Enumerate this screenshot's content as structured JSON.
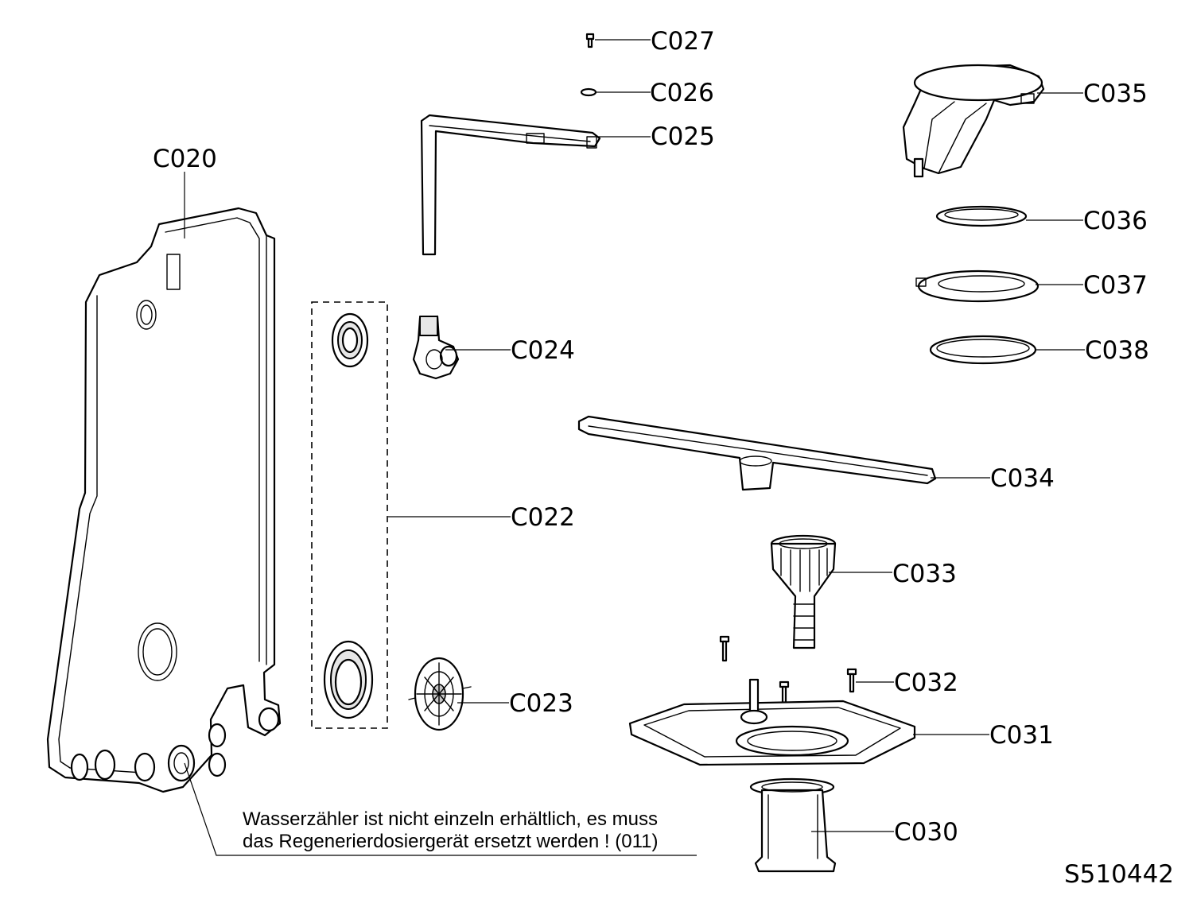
{
  "callouts": {
    "c020": "C020",
    "c022": "C022",
    "c023": "C023",
    "c024": "C024",
    "c025": "C025",
    "c026": "C026",
    "c027": "C027",
    "c030": "C030",
    "c031": "C031",
    "c032": "C032",
    "c033": "C033",
    "c034": "C034",
    "c035": "C035",
    "c036": "C036",
    "c037": "C037",
    "c038": "C038"
  },
  "note": {
    "line1": "Wasserzähler ist nicht einzeln erhältlich, es muss",
    "line2": "das Regenerierdosiergerät ersetzt werden ! (011)"
  },
  "drawing_id": "S510442"
}
